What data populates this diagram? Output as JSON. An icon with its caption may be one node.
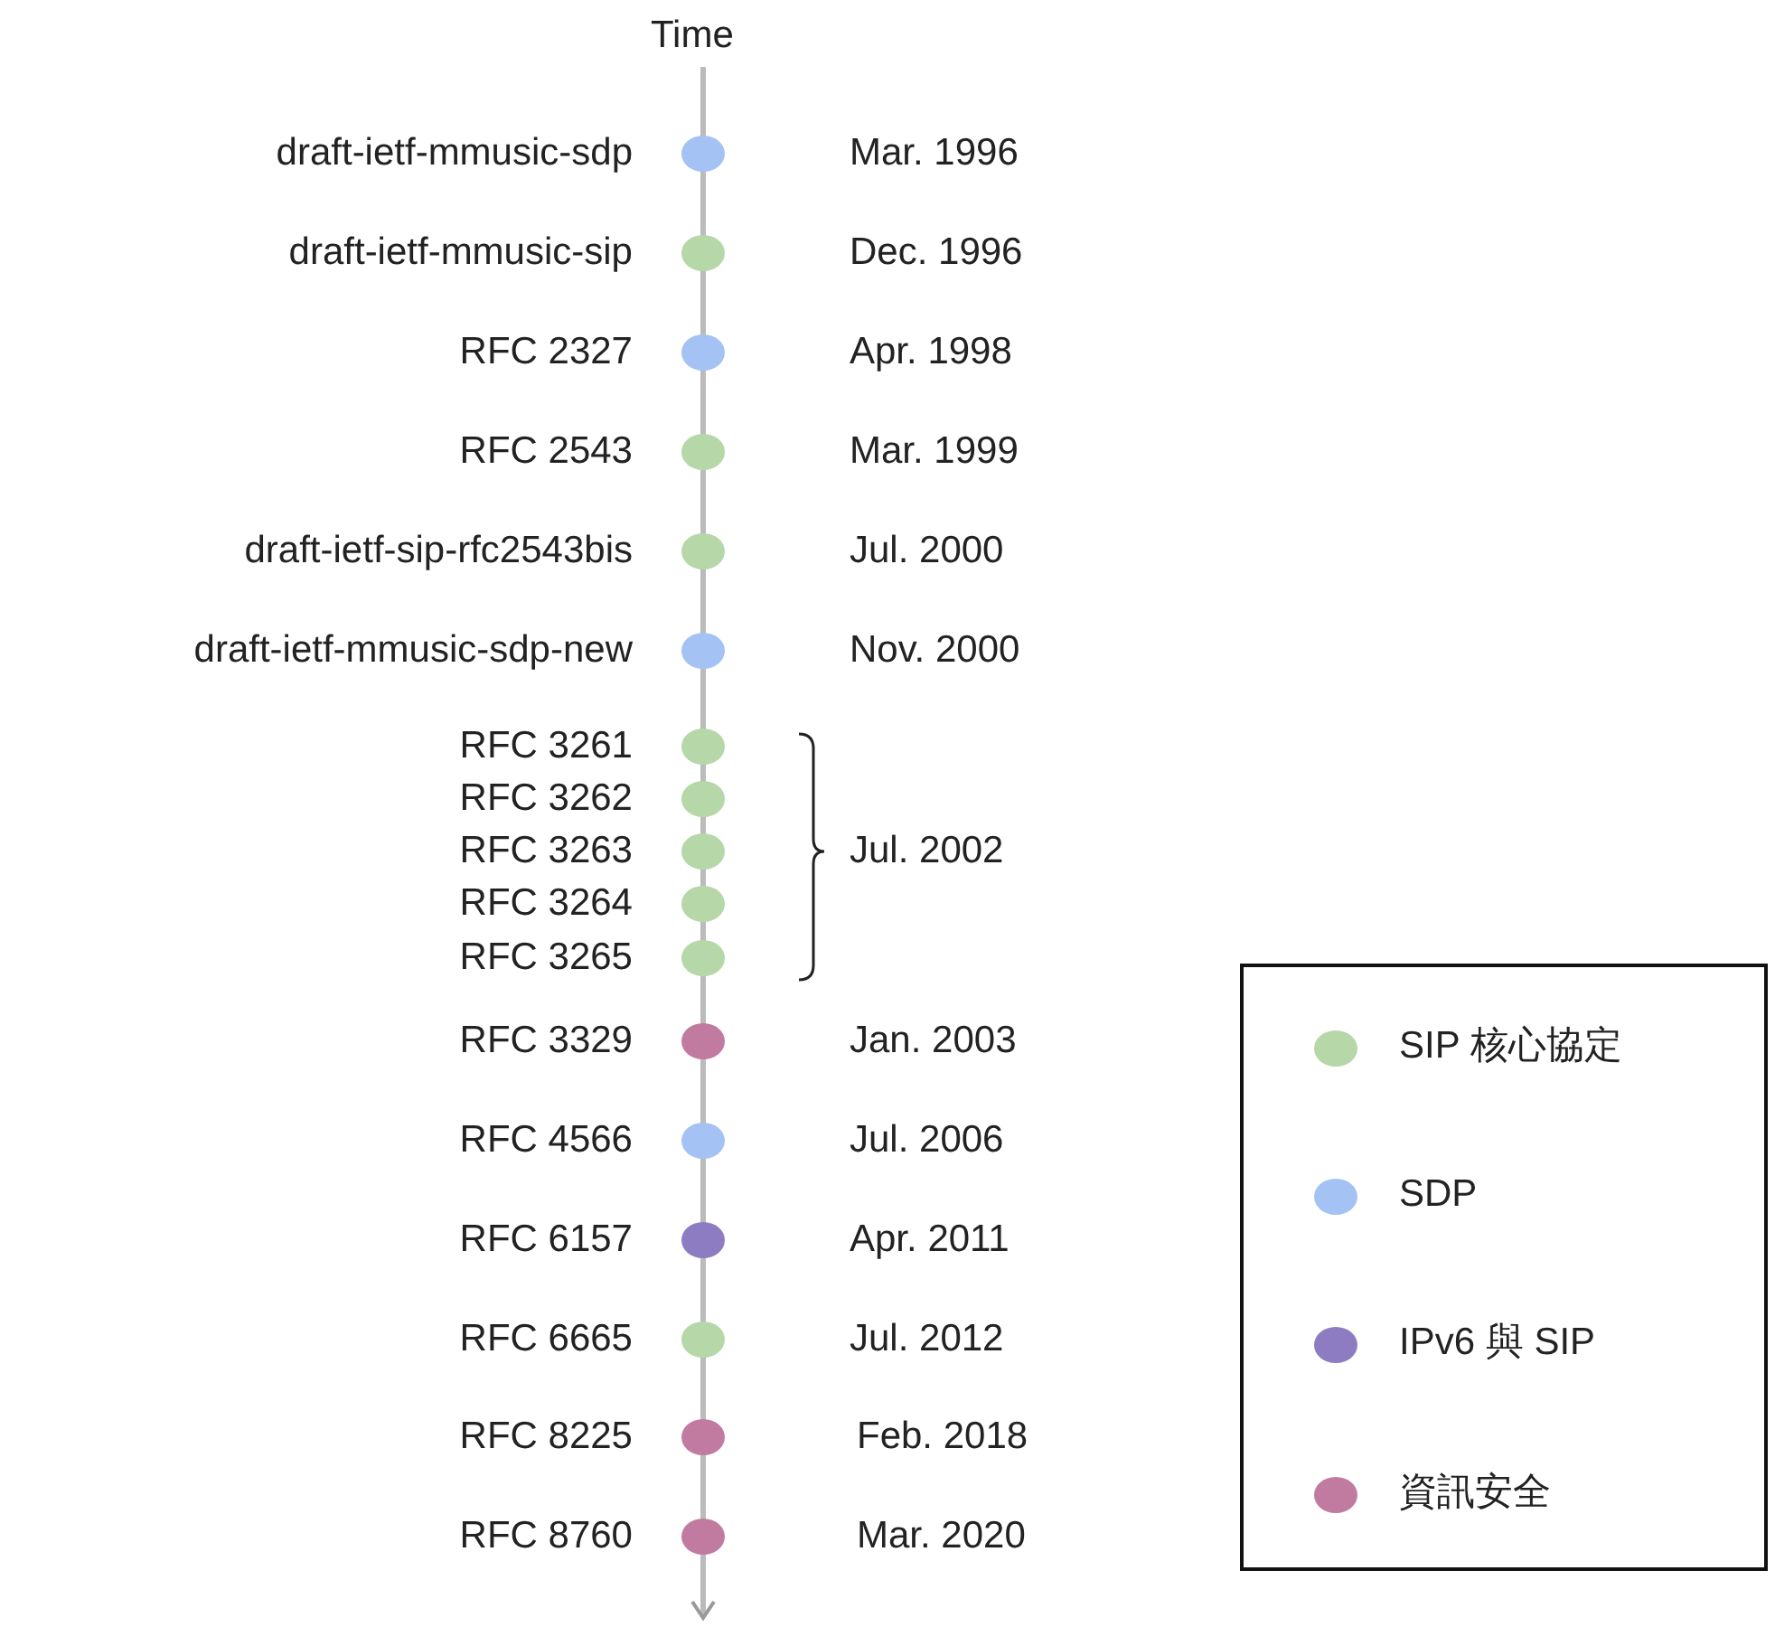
{
  "diagram": {
    "nodes": [
      {
        "text": [],
        "shape": "circle",
        "beside": [
          "draft-ietf-mmusic-sdp",
          "Mar. 1996"
        ]
      },
      {
        "text": [],
        "shape": "circle",
        "beside": [
          "draft-ietf-mmusic-sip",
          "Dec. 1996"
        ]
      },
      {
        "text": [],
        "shape": "circle",
        "beside": [
          "RFC 2327",
          "Apr. 1998"
        ]
      },
      {
        "text": [],
        "shape": "circle",
        "beside": [
          "RFC 2543",
          "Mar. 1999"
        ]
      },
      {
        "text": [],
        "shape": "circle",
        "beside": [
          "draft-ietf-sip-rfc2543bis",
          "Jul. 2000"
        ]
      },
      {
        "text": [],
        "shape": "circle",
        "beside": [
          "draft-ietf-mmusic-sdp-new",
          "Nov. 2000"
        ]
      },
      {
        "text": [],
        "shape": "circle",
        "beside": [
          "RFC 3261"
        ]
      },
      {
        "text": [],
        "shape": "circle",
        "beside": [
          "RFC 3262"
        ]
      },
      {
        "text": [],
        "shape": "circle",
        "beside": [
          "RFC 3263"
        ]
      },
      {
        "text": [],
        "shape": "circle",
        "beside": [
          "RFC 3264"
        ]
      },
      {
        "text": [],
        "shape": "circle",
        "beside": [
          "RFC 3265"
        ]
      },
      {
        "text": [],
        "shape": "circle",
        "beside": [
          "RFC 3329",
          "Jan. 2003"
        ]
      },
      {
        "text": [],
        "shape": "circle",
        "beside": [
          "RFC 4566",
          "Jul. 2006"
        ]
      },
      {
        "text": [],
        "shape": "circle",
        "beside": [
          "RFC 6157",
          "Apr. 2011"
        ]
      },
      {
        "text": [],
        "shape": "circle",
        "beside": [
          "RFC 6665",
          "Jul. 2012"
        ]
      },
      {
        "text": [],
        "shape": "circle",
        "beside": [
          "RFC 8225",
          "Feb. 2018"
        ]
      },
      {
        "text": [],
        "shape": "circle",
        "beside": [
          "RFC 8760",
          "Mar. 2020"
        ]
      }
    ],
    "labels": [
      "Time",
      "Jul. 2002"
    ],
    "legend": [
      {
        "text": "SIP 核心協定",
        "color": "#b6d7a8"
      },
      {
        "text": "SDP",
        "color": "#a4c2f4"
      },
      {
        "text": "IPv6 與 SIP",
        "color": "#8e7cc3"
      },
      {
        "text": "資訊安全",
        "color": "#c27ba0"
      }
    ]
  }
}
